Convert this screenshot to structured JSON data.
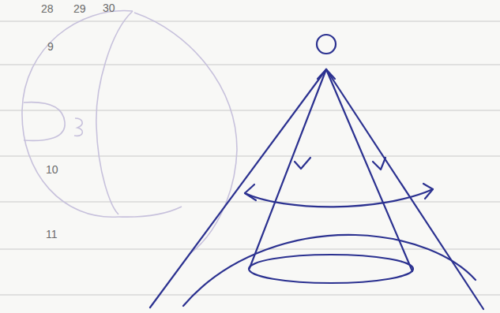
{
  "diagram": {
    "labels": [
      "28",
      "29",
      "30",
      "9",
      "10",
      "11"
    ]
  }
}
